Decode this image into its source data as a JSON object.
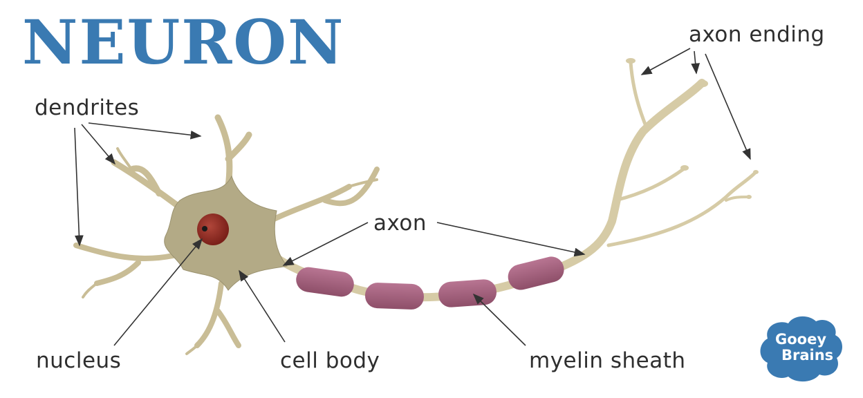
{
  "title": "NEURON",
  "labels": {
    "dendrites": "dendrites",
    "axon": "axon",
    "axon_ending": "axon ending",
    "nucleus": "nucleus",
    "cell_body": "cell body",
    "myelin_sheath": "myelin sheath"
  },
  "logo": {
    "line1": "Gooey",
    "line2": "Brains"
  },
  "colors": {
    "title": "#3a7ab2",
    "cell_body": "#b3aa86",
    "nucleus": "#8e2b22",
    "myelin": "#a4607c",
    "axon": "#d8cda8",
    "logo": "#3a7ab2"
  }
}
